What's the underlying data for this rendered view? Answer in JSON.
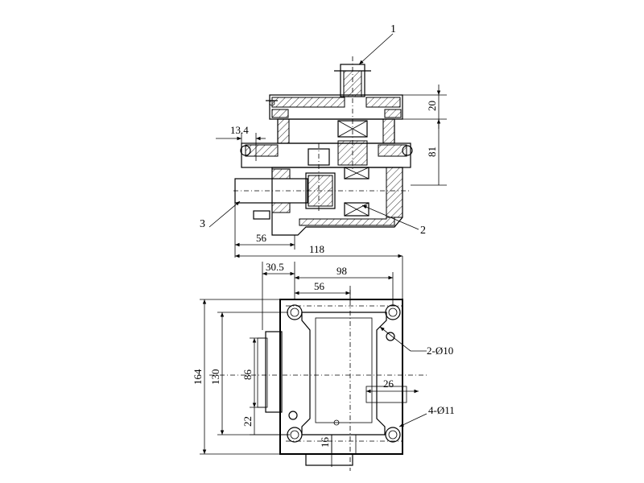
{
  "part_labels": {
    "p1": "1",
    "p2": "2",
    "p3": "3"
  },
  "dimensions": {
    "d_20": "20",
    "d_81": "81",
    "d_13_4": "13.4",
    "d_56_top": "56",
    "d_118": "118",
    "d_30_5": "30.5",
    "d_98": "98",
    "d_56_bottom": "56",
    "d_164": "164",
    "d_130": "130",
    "d_86": "86",
    "d_22": "22",
    "d_16": "16",
    "d_26": "26"
  },
  "hole_callouts": {
    "small_holes": "2-Ø10",
    "mount_holes": "4-Ø11"
  },
  "colors": {
    "line": "#000000",
    "background": "#ffffff"
  }
}
